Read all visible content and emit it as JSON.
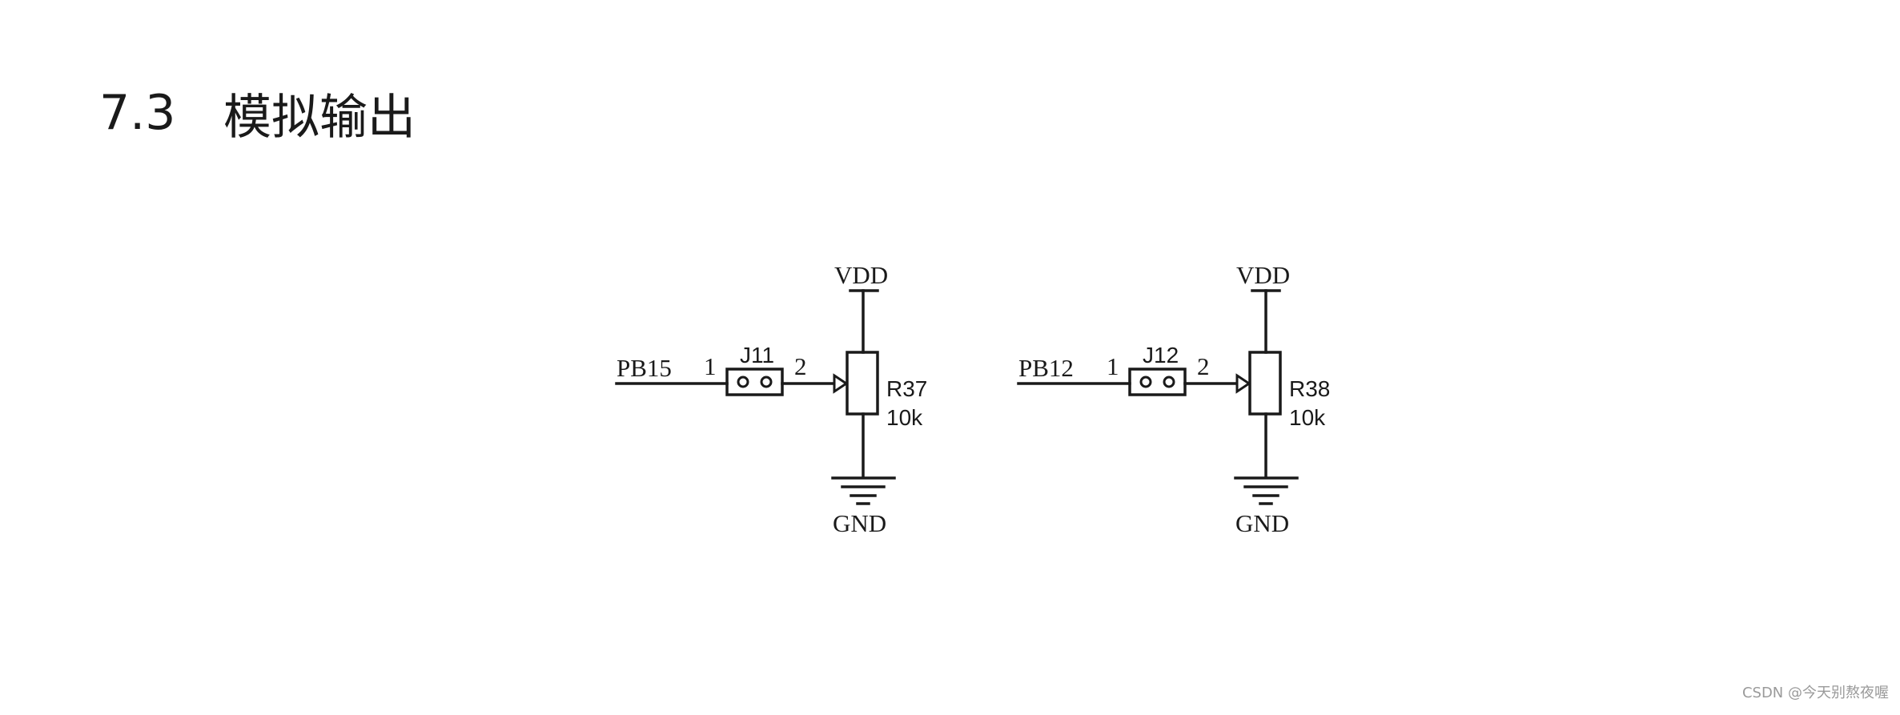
{
  "heading": {
    "number": "7.3",
    "title": "模拟输出"
  },
  "circuits": [
    {
      "signal": "PB15",
      "pin1": "1",
      "pin2": "2",
      "jumper": "J11",
      "resistor": "R37",
      "value": "10k",
      "supply": "VDD",
      "ground": "GND"
    },
    {
      "signal": "PB12",
      "pin1": "1",
      "pin2": "2",
      "jumper": "J12",
      "resistor": "R38",
      "value": "10k",
      "supply": "VDD",
      "ground": "GND"
    }
  ],
  "watermark": "CSDN @今天别熬夜喔"
}
